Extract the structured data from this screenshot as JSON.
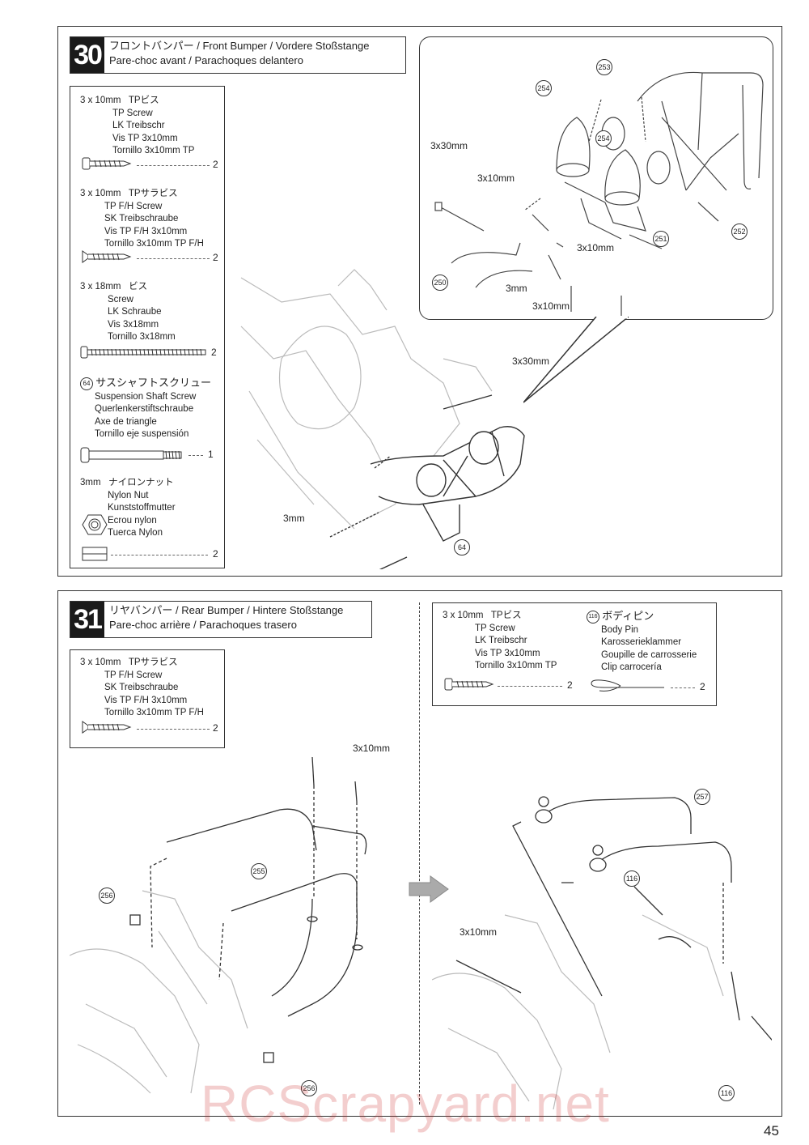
{
  "step30": {
    "number": "30",
    "title_line1": "フロントバンパー  / Front Bumper / Vordere Stoßstange",
    "title_line2": "Pare-choc avant / Parachoques delantero",
    "parts": [
      {
        "size": "3 x 10mm",
        "name_jp": "TPビス",
        "names": [
          "TP Screw",
          "LK Treibschr",
          "Vis TP 3x10mm",
          "Tornillo 3x10mm TP"
        ],
        "qty": "2"
      },
      {
        "size": "3 x 10mm",
        "name_jp": "TPサラビス",
        "names": [
          "TP F/H Screw",
          "SK Treibschraube",
          "Vis TP F/H 3x10mm",
          "Tornillo 3x10mm TP F/H"
        ],
        "qty": "2"
      },
      {
        "size": "3 x 18mm",
        "name_jp": "ビス",
        "names": [
          "Screw",
          "LK Schraube",
          "Vis 3x18mm",
          "Tornillo 3x18mm"
        ],
        "qty": "2"
      },
      {
        "num": "64",
        "name_jp": "サスシャフトスクリュー",
        "names": [
          "Suspension Shaft Screw",
          "Querlenkerstiftschraube",
          "Axe de triangle",
          "Tornillo eje suspensión"
        ],
        "qty": "1"
      },
      {
        "size": "3mm",
        "name_jp": "ナイロンナット",
        "names": [
          "Nylon Nut",
          "Kunststoffmutter",
          "Ecrou nylon",
          "Tuerca Nylon"
        ],
        "qty": "2"
      }
    ],
    "callout_labels": {
      "a": "3x30mm",
      "b": "3x10mm",
      "c": "3x10mm",
      "d": "3mm",
      "e": "3x10mm"
    },
    "callout_parts": [
      "253",
      "254",
      "254",
      "250",
      "251",
      "252"
    ],
    "main_labels": {
      "a": "3x30mm",
      "b": "3mm"
    },
    "main_parts": [
      "64"
    ]
  },
  "step31": {
    "number": "31",
    "title_line1": "リヤバンパー  / Rear Bumper / Hintere Stoßstange",
    "title_line2": "Pare-choc arrière / Parachoques trasero",
    "parts": [
      {
        "size": "3 x 10mm",
        "name_jp": "TPサラビス",
        "names": [
          "TP F/H Screw",
          "SK Treibschraube",
          "Vis TP F/H 3x10mm",
          "Tornillo 3x10mm TP F/H"
        ],
        "qty": "2"
      }
    ],
    "parts_right": [
      {
        "size": "3 x 10mm",
        "name_jp": "TPビス",
        "names": [
          "TP Screw",
          "LK Treibschr",
          "Vis TP 3x10mm",
          "Tornillo 3x10mm TP"
        ],
        "qty": "2"
      },
      {
        "num": "116",
        "name_jp": "ボディピン",
        "names": [
          "Body Pin",
          "Karosserieklammer",
          "Goupille de carrosserie",
          "Clip carrocería"
        ],
        "qty": "2"
      }
    ],
    "left_labels": {
      "a": "3x10mm"
    },
    "left_parts": [
      "256",
      "255",
      "256"
    ],
    "right_labels": {
      "a": "3x10mm"
    },
    "right_parts": [
      "257",
      "116",
      "116"
    ]
  },
  "page_number": "45",
  "watermark": "RCScrapyard.net"
}
